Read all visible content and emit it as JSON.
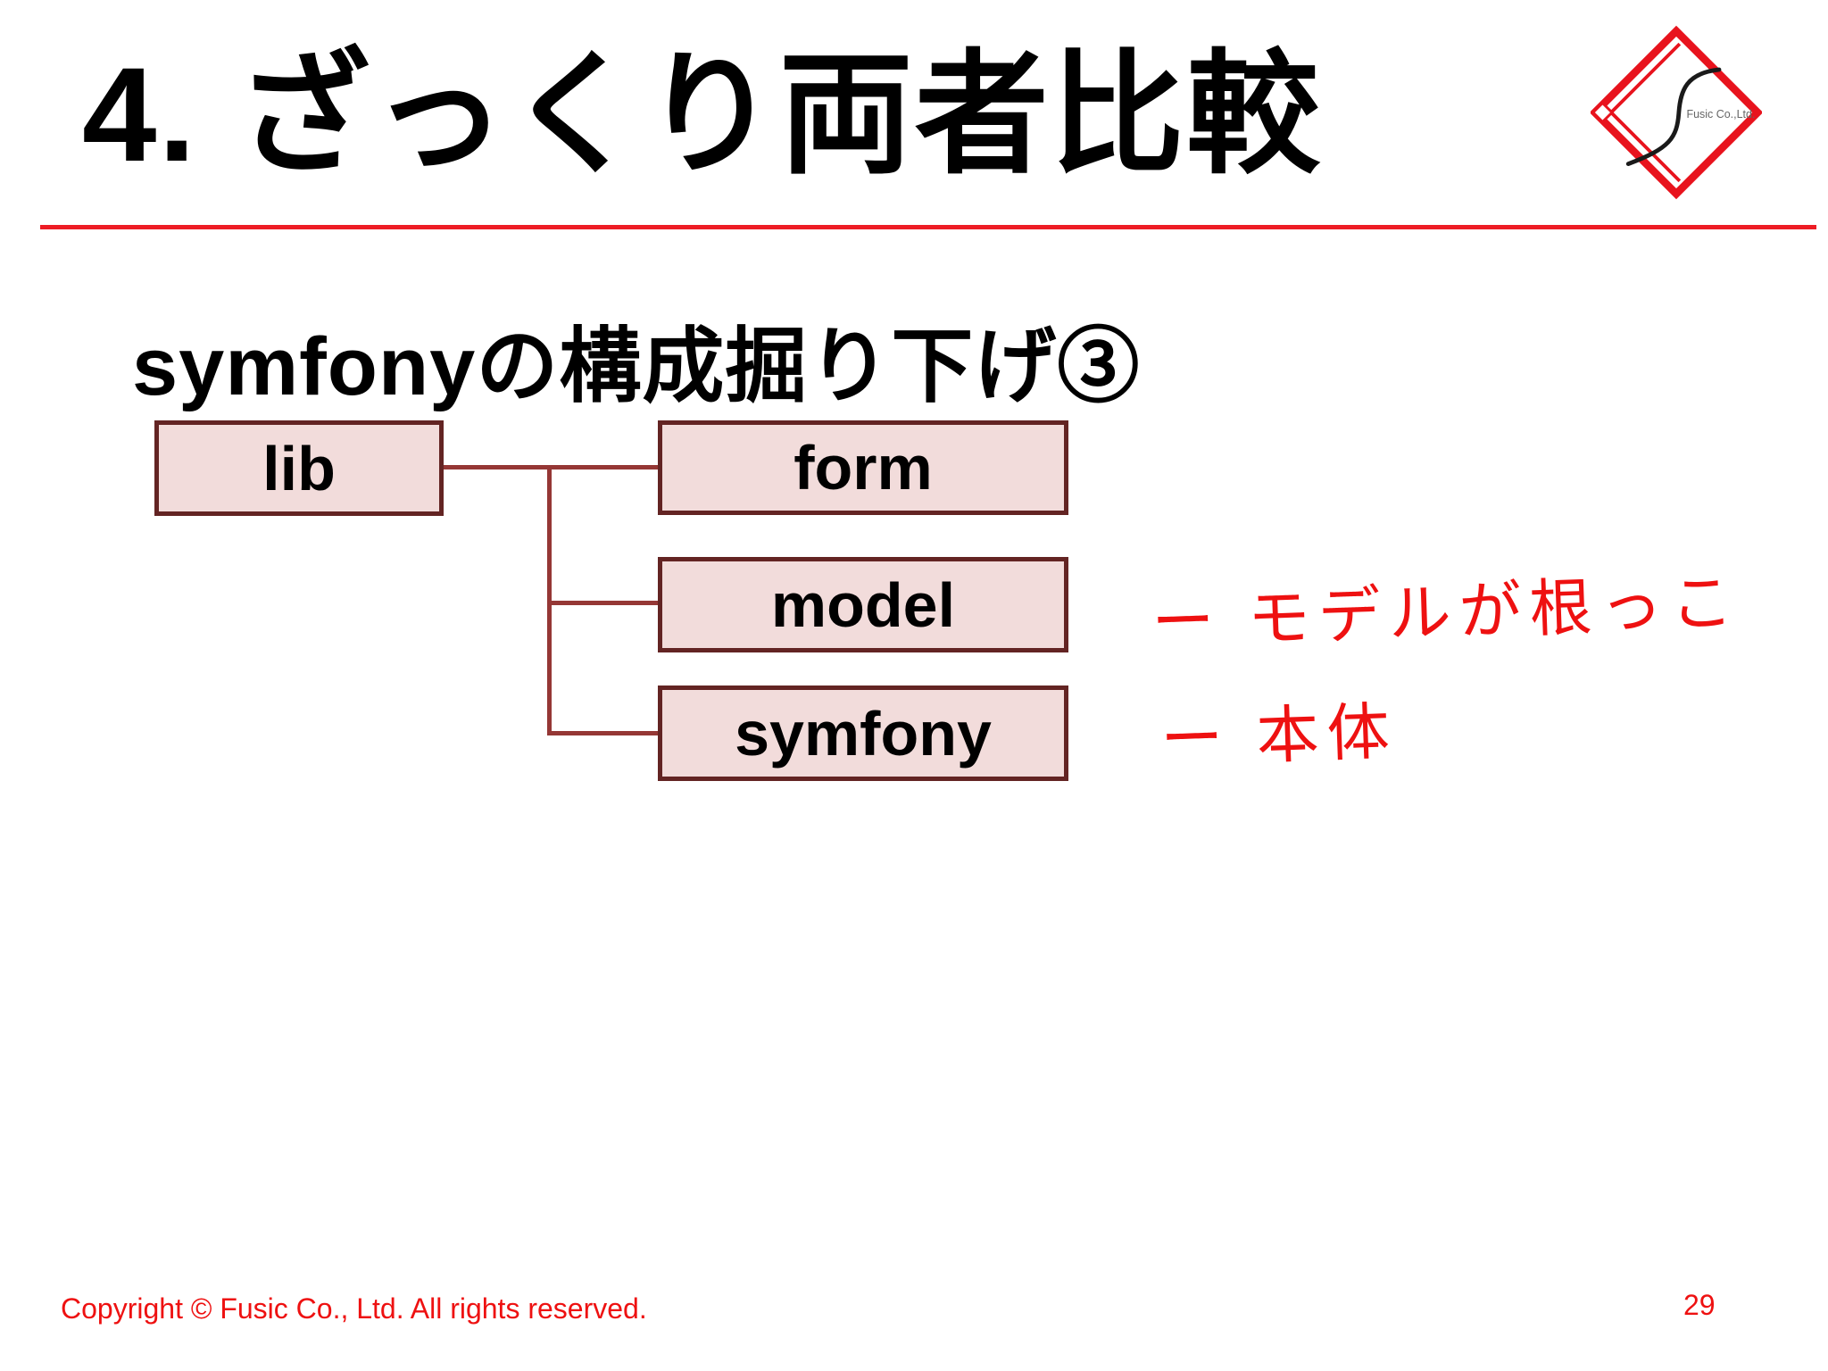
{
  "slide": {
    "title": "4. ざっくり両者比較",
    "subtitle": "symfonyの構成掘り下げ③",
    "footer": "Copyright © Fusic Co., Ltd. All rights reserved.",
    "page_number": "29"
  },
  "logo": {
    "company_text": "Fusic Co.,Ltd.",
    "diamond_color": "#e8131d",
    "curve_color": "#1a1a1a",
    "text_color": "#666666"
  },
  "diagram": {
    "root": {
      "label": "lib"
    },
    "children": [
      {
        "label": "form",
        "annotation": ""
      },
      {
        "label": "model",
        "annotation": "ー モデルが根っこ"
      },
      {
        "label": "symfony",
        "annotation": "ー 本体"
      }
    ],
    "box_fill": "#f2dcdb",
    "box_border": "#632423",
    "connector_color": "#953735"
  },
  "colors": {
    "rule_red": "#ed1c24",
    "handwriting_red": "#ee1111",
    "footer_red": "#ee1111"
  }
}
